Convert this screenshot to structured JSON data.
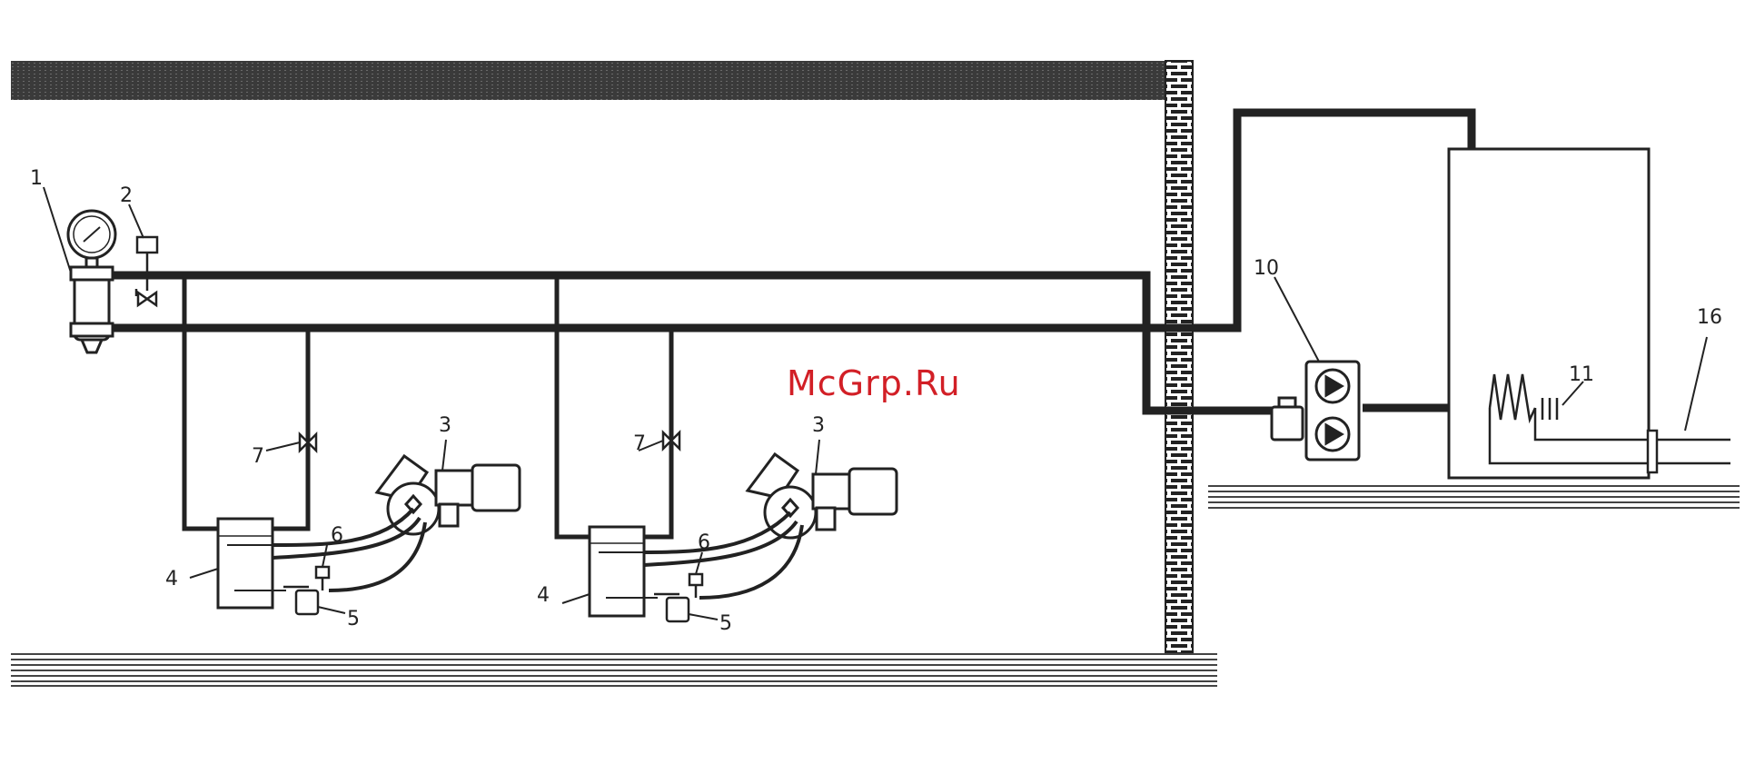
{
  "watermark": "McGrp.Ru",
  "labels": {
    "l1": "1",
    "l2": "2",
    "l3a": "3",
    "l3b": "3",
    "l4a": "4",
    "l4b": "4",
    "l5a": "5",
    "l5b": "5",
    "l6a": "6",
    "l6b": "6",
    "l7a": "7",
    "l7b": "7",
    "l10": "10",
    "l11": "11",
    "l16": "16"
  },
  "colors": {
    "ink": "#222222",
    "watermark": "#d21f26"
  }
}
